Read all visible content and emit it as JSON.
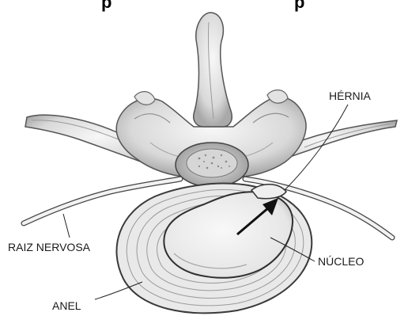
{
  "figure": {
    "title_fragment": "p",
    "title_fragment_right": "p"
  },
  "labels": {
    "hernia": "HÉRNIA",
    "raiz_nervosa": "RAIZ NERVOSA",
    "nucleo": "NÚCLEO",
    "anel": "ANEL"
  },
  "colors": {
    "ink": "#1a1a1a",
    "bone_light": "#efefef",
    "bone_mid": "#cfcfcf",
    "bone_dark": "#8a8a8a",
    "disc_ring": "#9a9a9a"
  }
}
